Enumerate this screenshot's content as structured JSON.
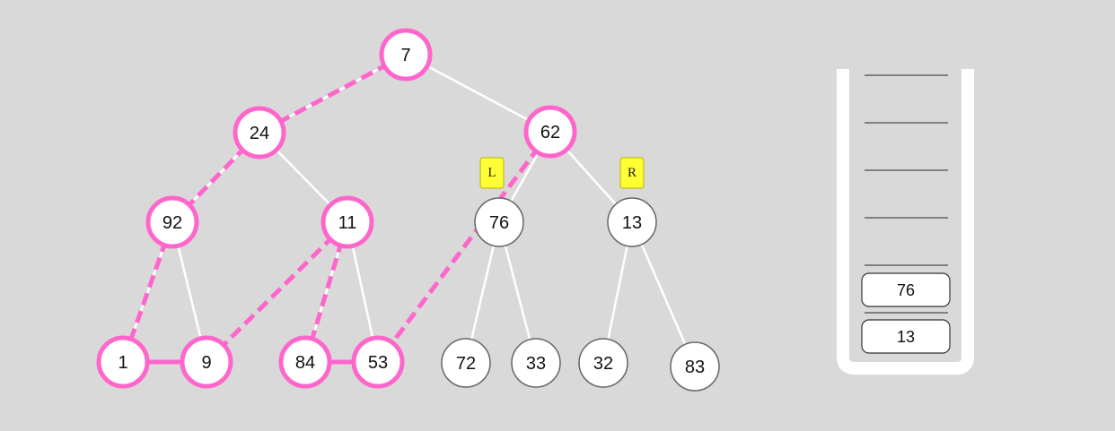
{
  "colors": {
    "background": "#d9d9d9",
    "highlight": "#ff66cc",
    "edge": "#ffffff",
    "node_fill": "#ffffff",
    "node_border": "#666666",
    "tag_fill": "#ffff33",
    "stack_line": "#808080"
  },
  "tree": {
    "nodes": [
      {
        "id": "n7",
        "label": "7",
        "highlighted": true
      },
      {
        "id": "n24",
        "label": "24",
        "highlighted": true
      },
      {
        "id": "n62",
        "label": "62",
        "highlighted": true
      },
      {
        "id": "n92",
        "label": "92",
        "highlighted": true
      },
      {
        "id": "n11",
        "label": "11",
        "highlighted": true
      },
      {
        "id": "n76",
        "label": "76",
        "highlighted": false
      },
      {
        "id": "n13",
        "label": "13",
        "highlighted": false
      },
      {
        "id": "n1",
        "label": "1",
        "highlighted": true
      },
      {
        "id": "n9",
        "label": "9",
        "highlighted": true
      },
      {
        "id": "n84",
        "label": "84",
        "highlighted": true
      },
      {
        "id": "n53",
        "label": "53",
        "highlighted": true
      },
      {
        "id": "n72",
        "label": "72",
        "highlighted": false
      },
      {
        "id": "n33",
        "label": "33",
        "highlighted": false
      },
      {
        "id": "n32",
        "label": "32",
        "highlighted": false
      },
      {
        "id": "n83",
        "label": "83",
        "highlighted": false
      }
    ],
    "edges": [
      {
        "from": "n7",
        "to": "n24"
      },
      {
        "from": "n7",
        "to": "n62"
      },
      {
        "from": "n24",
        "to": "n92"
      },
      {
        "from": "n24",
        "to": "n11"
      },
      {
        "from": "n62",
        "to": "n76"
      },
      {
        "from": "n62",
        "to": "n13"
      },
      {
        "from": "n92",
        "to": "n1"
      },
      {
        "from": "n92",
        "to": "n9"
      },
      {
        "from": "n11",
        "to": "n84"
      },
      {
        "from": "n11",
        "to": "n53"
      },
      {
        "from": "n76",
        "to": "n72"
      },
      {
        "from": "n76",
        "to": "n33"
      },
      {
        "from": "n13",
        "to": "n32"
      },
      {
        "from": "n13",
        "to": "n83"
      }
    ],
    "dashed_links": [
      {
        "from": "n7",
        "to": "n24"
      },
      {
        "from": "n24",
        "to": "n92"
      },
      {
        "from": "n92",
        "to": "n1"
      },
      {
        "from": "n11",
        "to": "n9"
      },
      {
        "from": "n11",
        "to": "n84"
      },
      {
        "from": "n62",
        "to": "n53"
      }
    ],
    "solid_links": [
      {
        "from": "n1",
        "to": "n9"
      },
      {
        "from": "n84",
        "to": "n53"
      }
    ],
    "tags": [
      {
        "id": "tag-l",
        "label": "L"
      },
      {
        "id": "tag-r",
        "label": "R"
      }
    ]
  },
  "stack": {
    "slot_count": 7,
    "items": [
      "76",
      "13"
    ]
  }
}
